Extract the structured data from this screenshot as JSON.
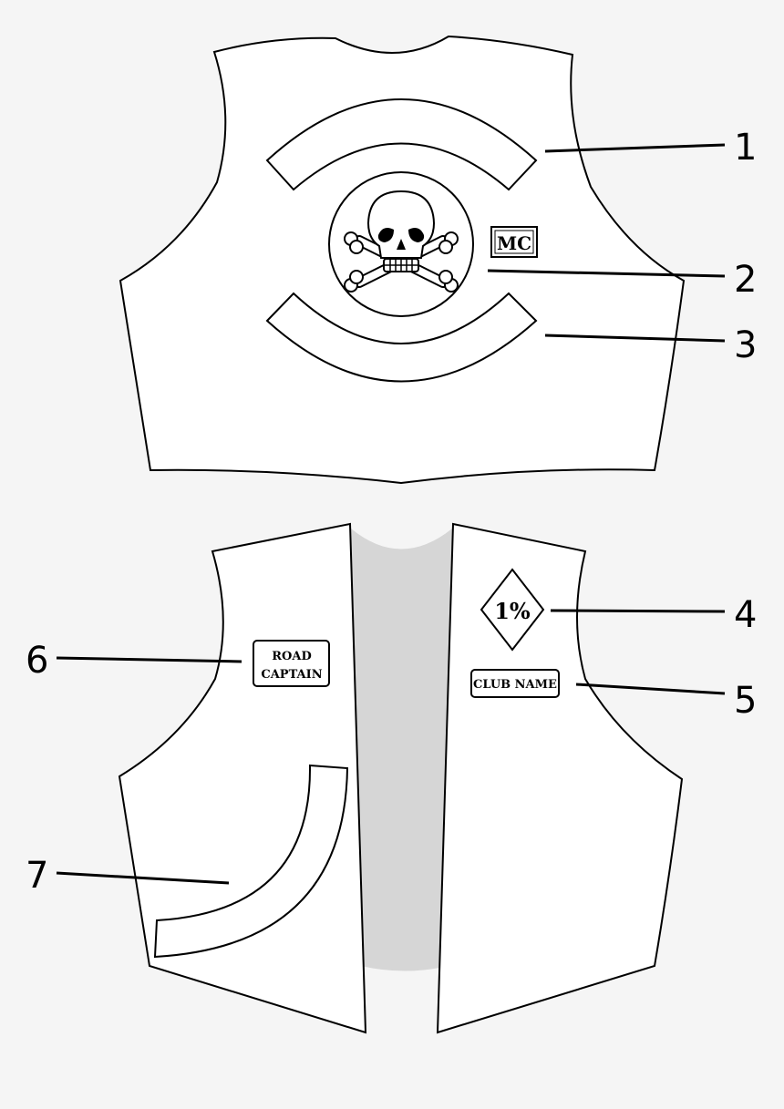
{
  "colors": {
    "background": "#f5f5f5",
    "vest": "#ffffff",
    "outline": "#000000",
    "lining": "#d6d6d6"
  },
  "back_view": {
    "mc_patch": "MC",
    "emblem_icon": "skull-and-crossbones-icon"
  },
  "front_view": {
    "one_percent_patch": "1%",
    "club_name_patch": "CLUB NAME",
    "road_captain_patch": [
      "ROAD",
      "CAPTAIN"
    ]
  },
  "callouts": [
    "1",
    "2",
    "3",
    "4",
    "5",
    "6",
    "7"
  ]
}
